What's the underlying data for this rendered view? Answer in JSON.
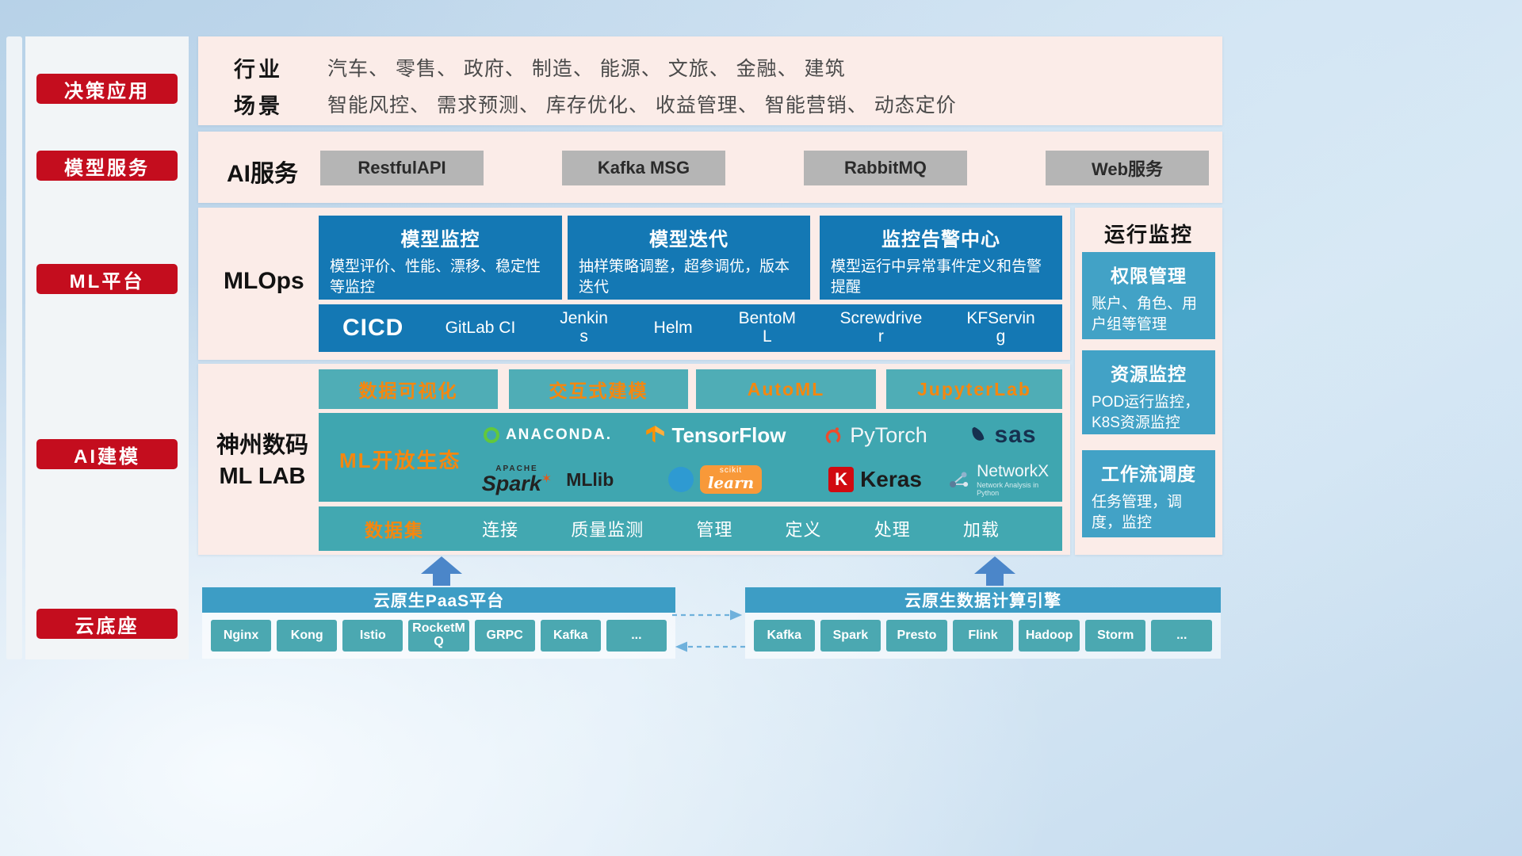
{
  "colors": {
    "accent_red": "#c40d1e",
    "strong_blue": "#1478b4",
    "sky_blue": "#42a2c6",
    "teal": "#3fa6b0",
    "orange": "#f5870f",
    "panel_pink": "#fbece8"
  },
  "sidebar": {
    "items": [
      {
        "label": "决策应用"
      },
      {
        "label": "模型服务"
      },
      {
        "label": "ML平台"
      },
      {
        "label": "AI建模"
      },
      {
        "label": "云底座"
      }
    ]
  },
  "industry": {
    "row1_label": "行业",
    "row1_text": "汽车、 零售、 政府、 制造、 能源、 文旅、 金融、 建筑",
    "row2_label": "场景",
    "row2_text": "智能风控、 需求预测、 库存优化、 收益管理、 智能营销、 动态定价"
  },
  "ai_service": {
    "label": "AI服务",
    "items": [
      "RestfulAPI",
      "Kafka MSG",
      "RabbitMQ",
      "Web服务"
    ]
  },
  "mlops": {
    "label": "MLOps",
    "cards": [
      {
        "title": "模型监控",
        "desc": "模型评价、性能、漂移、稳定性等监控"
      },
      {
        "title": "模型迭代",
        "desc": "抽样策略调整，超参调优，版本迭代"
      },
      {
        "title": "监控告警中心",
        "desc": "模型运行中异常事件定义和告警提醒"
      }
    ],
    "cicd": {
      "label": "CICD",
      "items": [
        "GitLab CI",
        "Jenkins",
        "Helm",
        "BentoML",
        "Screwdriver",
        "KFServing"
      ]
    }
  },
  "monitor": {
    "title": "运行监控",
    "cards": [
      {
        "title": "权限管理",
        "desc": "账户、角色、用户组等管理"
      },
      {
        "title": "资源监控",
        "desc": "POD运行监控，K8S资源监控"
      },
      {
        "title": "工作流调度",
        "desc": "任务管理，调度，监控"
      }
    ]
  },
  "mllab": {
    "label_line1": "神州数码",
    "label_line2": "ML LAB",
    "tools": [
      "数据可视化",
      "交互式建模",
      "AutoML",
      "JupyterLab"
    ],
    "ecosystem": {
      "label": "ML开放生态",
      "logos": {
        "anaconda": "ANACONDA.",
        "tensorflow": "TensorFlow",
        "pytorch": "PyTorch",
        "sas": "sas",
        "apache": "APACHE",
        "spark": "Spark",
        "star": "✶",
        "mllib": "MLlib",
        "scikit": "scikit",
        "learn": "learn",
        "keras_initial": "K",
        "keras": "Keras",
        "networkx": "NetworkX",
        "networkx_sub": "Network Analysis in Python"
      }
    },
    "dataset": {
      "label": "数据集",
      "items": [
        "连接",
        "质量监测",
        "管理",
        "定义",
        "处理",
        "加载"
      ]
    }
  },
  "cloud": {
    "paas": {
      "title": "云原生PaaS平台",
      "items": [
        "Nginx",
        "Kong",
        "Istio",
        "RocketMQ",
        "GRPC",
        "Kafka",
        "..."
      ]
    },
    "engine": {
      "title": "云原生数据计算引擎",
      "items": [
        "Kafka",
        "Spark",
        "Presto",
        "Flink",
        "Hadoop",
        "Storm",
        "..."
      ]
    }
  }
}
